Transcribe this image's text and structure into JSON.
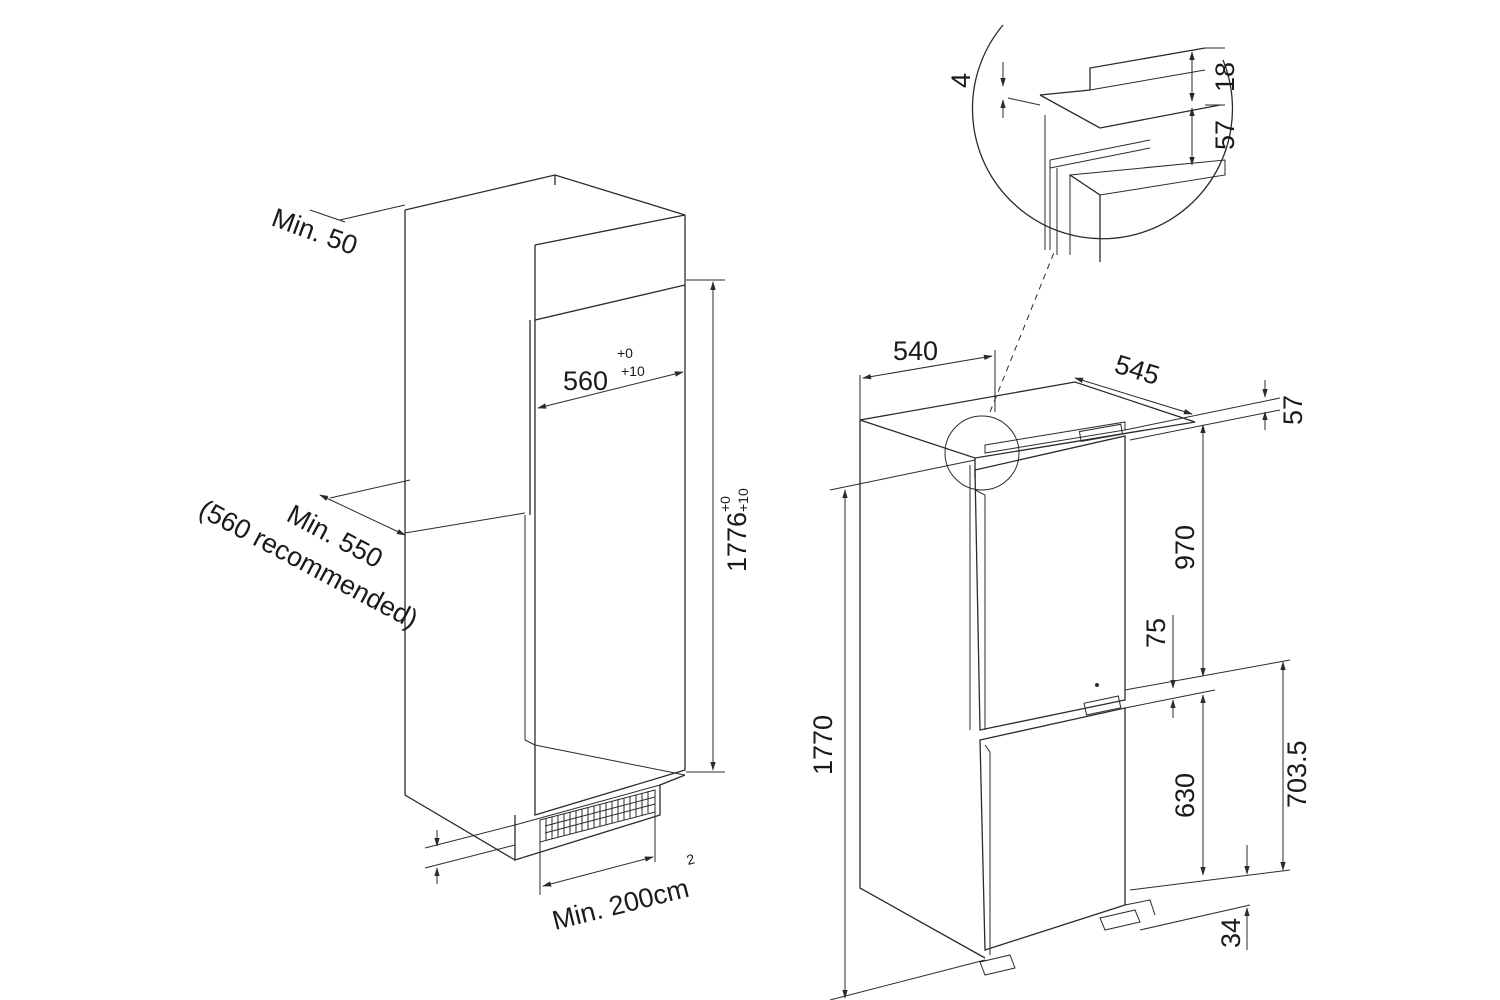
{
  "niche": {
    "min_top": "Min. 50",
    "width": "560",
    "width_tol_top": "+0",
    "width_tol_bottom": "+10",
    "height": "1776",
    "height_tol_top": "+0",
    "height_tol_bottom": "+10",
    "depth_min": "Min. 550",
    "depth_recommended": "(560 recommended)",
    "vent_area": "Min. 200cm",
    "vent_area_sup": "2"
  },
  "appliance": {
    "width": "540",
    "depth": "545",
    "top_gap": "57",
    "height": "1770",
    "upper_door": "970",
    "door_gap": "75",
    "lower_door": "630",
    "lower_total": "703.5",
    "bottom": "34"
  },
  "detail": {
    "gap": "4",
    "thickness": "18",
    "offset": "57"
  }
}
